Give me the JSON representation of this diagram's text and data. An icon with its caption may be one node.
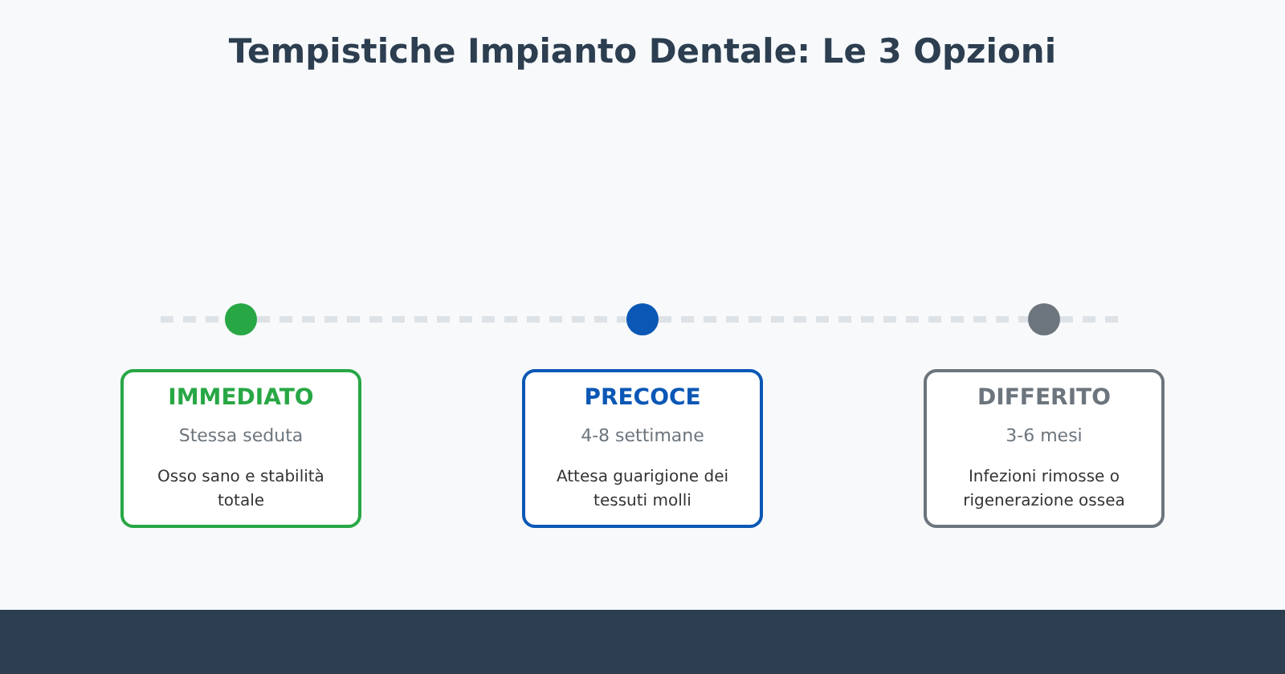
{
  "diagram": {
    "title": "Tempistiche Impianto Dentale: Le 3 Opzioni",
    "nodes": [
      {
        "text": [],
        "shape": "circle"
      },
      {
        "text": [],
        "shape": "circle"
      },
      {
        "text": [],
        "shape": "circle"
      },
      {
        "text": [
          "IMMEDIATO",
          "Stessa seduta",
          "Osso sano e stabilità totale"
        ]
      },
      {
        "text": [
          "PRECOCE",
          "4-8 settimane",
          "Attesa guarigione dei tessuti molli"
        ]
      },
      {
        "text": [
          "DIFFERITO",
          "3-6 mesi",
          "Infezioni rimosse o rigenerazione ossea"
        ]
      }
    ],
    "edges": [
      {
        "from": 0,
        "to": 1,
        "arrow": "none",
        "style": "dashed"
      },
      {
        "from": 1,
        "to": 2,
        "arrow": "none",
        "style": "dashed"
      }
    ]
  }
}
